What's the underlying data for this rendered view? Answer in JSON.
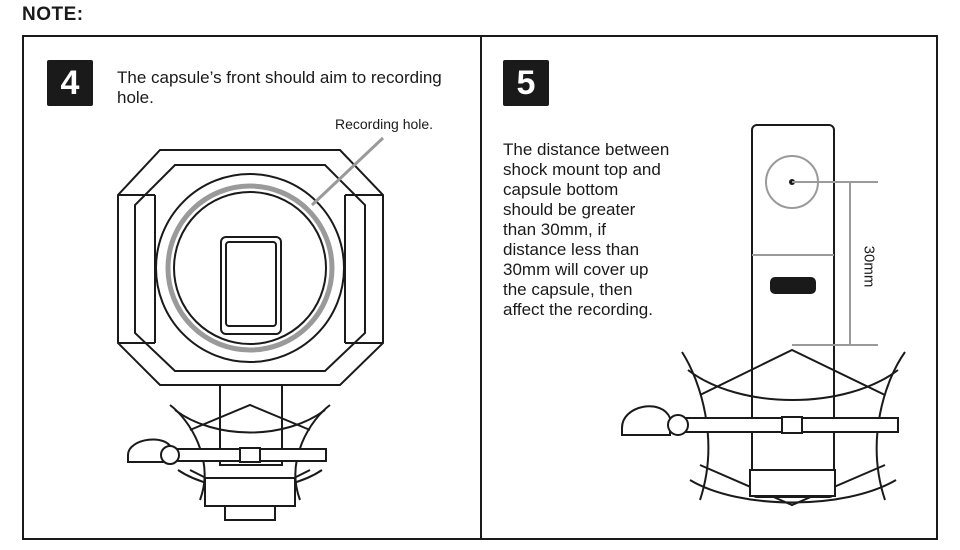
{
  "header": {
    "title": "NOTE:"
  },
  "panel_left": {
    "step_number": "4",
    "instruction": "The capsule’s front should aim to recording hole.",
    "callout_label": "Recording hole."
  },
  "panel_right": {
    "step_number": "5",
    "instruction": "The distance between\nshock mount top and\ncapsule bottom\nshould be greater\nthan 30mm, if\ndistance less than\n30mm will cover up\nthe capsule, then\naffect the recording.",
    "dimension_label": "30mm"
  }
}
